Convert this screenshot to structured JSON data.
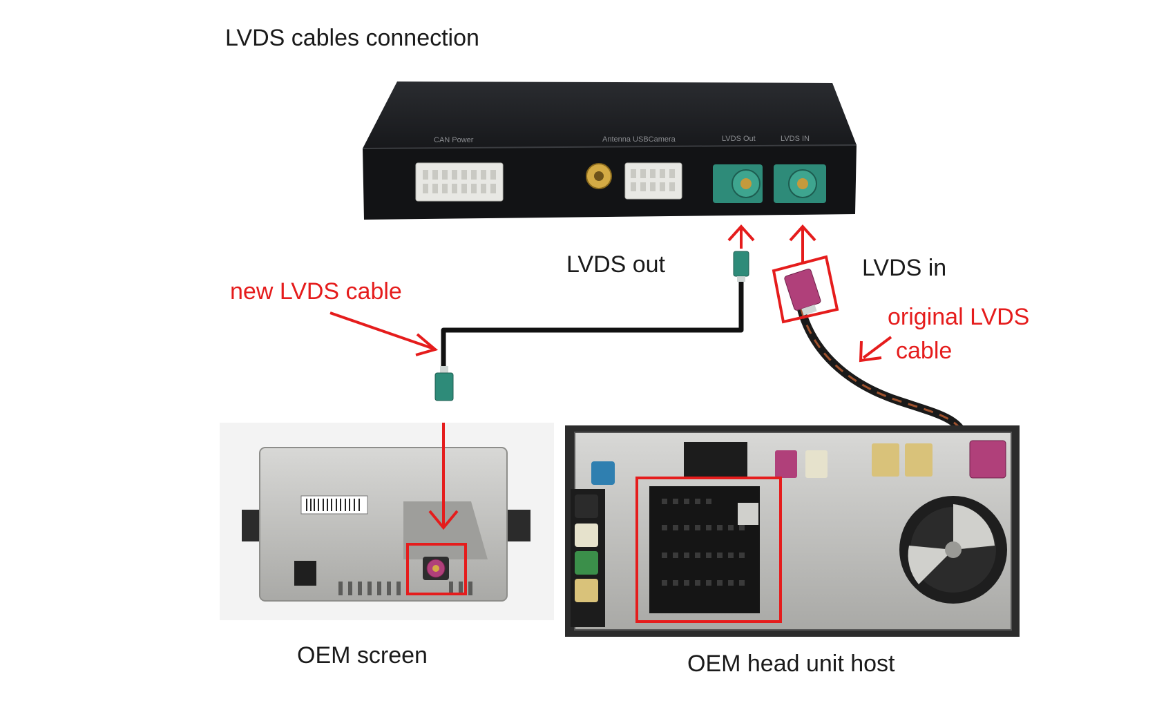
{
  "title": "LVDS cables connection",
  "labels": {
    "lvds_out": "LVDS out",
    "lvds_in": "LVDS in",
    "new_cable": "new LVDS cable",
    "original_cable_line1": "original LVDS",
    "original_cable_line2": "cable",
    "oem_screen": "OEM screen",
    "oem_head_unit": "OEM head unit host"
  },
  "box_port_labels": {
    "can_power": "CAN Power",
    "antenna_usb_camera": "Antenna USBCamera",
    "lvds_out": "LVDS Out",
    "lvds_in": "LVDS IN"
  },
  "colors": {
    "accent_red": "#e51c1c",
    "box_black": "#1c1e21",
    "connector_teal": "#2e8b79",
    "connector_magenta": "#b0407a",
    "connector_yellow": "#d9c27a"
  }
}
